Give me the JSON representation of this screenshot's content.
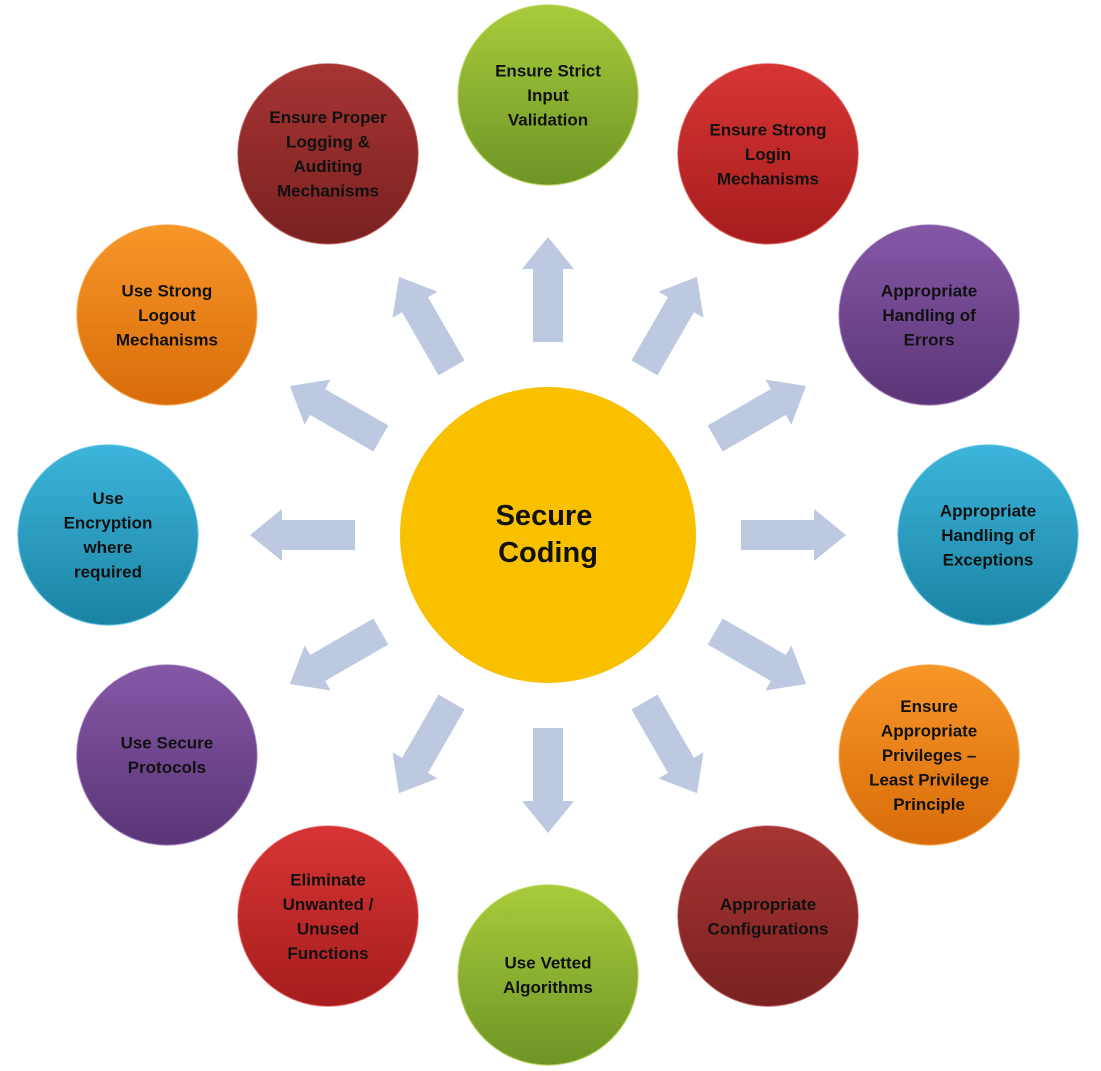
{
  "center": {
    "lines": [
      "Secure",
      "Coding"
    ],
    "color": "#F9C000"
  },
  "arrow_color": "#BDC9E1",
  "nodes": [
    {
      "id": "input-validation",
      "lines": [
        "Ensure Strict",
        "Input",
        "Validation"
      ],
      "color_top": "#A8CC3A",
      "color_bottom": "#6E9427"
    },
    {
      "id": "login-mechanisms",
      "lines": [
        "Ensure Strong",
        "Login",
        "Mechanisms"
      ],
      "color_top": "#D73535",
      "color_bottom": "#A61D1D"
    },
    {
      "id": "handling-errors",
      "lines": [
        "Appropriate",
        "Handling of",
        "Errors"
      ],
      "color_top": "#8558A6",
      "color_bottom": "#5A3577"
    },
    {
      "id": "handling-exceptions",
      "lines": [
        "Appropriate",
        "Handling of",
        "Exceptions"
      ],
      "color_top": "#3DB5DC",
      "color_bottom": "#1A83A2"
    },
    {
      "id": "least-privilege",
      "lines": [
        "Ensure",
        "Appropriate",
        "Privileges –",
        "Least Privilege",
        "Principle"
      ],
      "color_top": "#F79629",
      "color_bottom": "#D86C09"
    },
    {
      "id": "configurations",
      "lines": [
        "Appropriate",
        "Configurations"
      ],
      "color_top": "#A63533",
      "color_bottom": "#7A2121"
    },
    {
      "id": "vetted-algorithms",
      "lines": [
        "Use Vetted",
        "Algorithms"
      ],
      "color_top": "#A8CC3A",
      "color_bottom": "#6E9427"
    },
    {
      "id": "eliminate-functions",
      "lines": [
        "Eliminate",
        "Unwanted /",
        "Unused",
        "Functions"
      ],
      "color_top": "#D73535",
      "color_bottom": "#A61D1D"
    },
    {
      "id": "secure-protocols",
      "lines": [
        "Use Secure",
        "Protocols"
      ],
      "color_top": "#8558A6",
      "color_bottom": "#5A3577"
    },
    {
      "id": "encryption",
      "lines": [
        "Use",
        "Encryption",
        "where",
        "required"
      ],
      "color_top": "#3DB5DC",
      "color_bottom": "#1A83A2"
    },
    {
      "id": "logout-mechanisms",
      "lines": [
        "Use Strong",
        "Logout",
        "Mechanisms"
      ],
      "color_top": "#F79629",
      "color_bottom": "#D86C09"
    },
    {
      "id": "logging-auditing",
      "lines": [
        "Ensure Proper",
        "Logging &",
        "Auditing",
        "Mechanisms"
      ],
      "color_top": "#A63533",
      "color_bottom": "#7A2121"
    }
  ]
}
